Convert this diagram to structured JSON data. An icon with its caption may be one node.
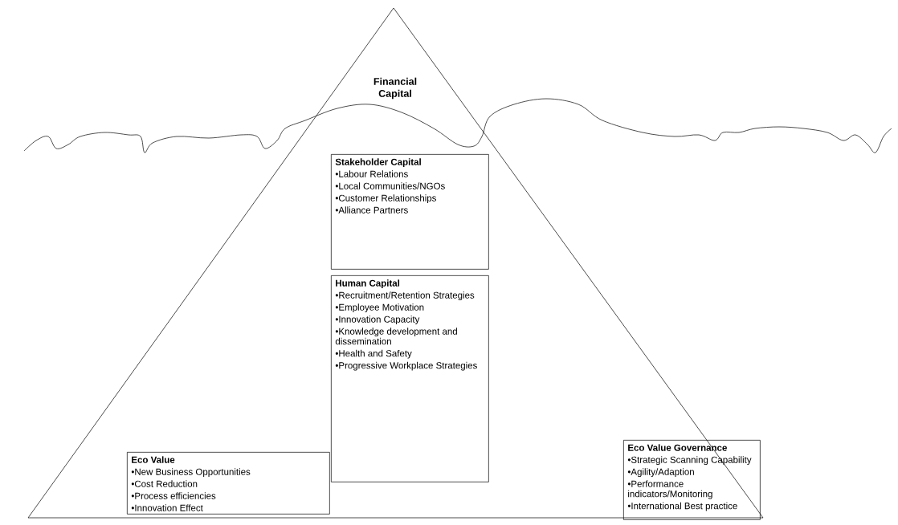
{
  "diagram": {
    "nodes": [
      {
        "text": [
          "Financial Capital"
        ]
      },
      {
        "text": [
          "Stakeholder Capital",
          "•Labour Relations",
          "•Local Communities/NGOs",
          "•Customer Relationships",
          "•Alliance Partners"
        ],
        "in": 0
      },
      {
        "text": [
          "Human Capital",
          "•Recruitment/Retention Strategies",
          "•Employee Motivation",
          "•Innovation Capacity",
          "•Knowledge development and dissemination",
          "•Health and Safety",
          "•Progressive Workplace Strategies"
        ],
        "in": 0
      },
      {
        "text": [
          "Eco Value",
          "•New Business Opportunities",
          "•Cost Reduction",
          "•Process efficiencies",
          "•Innovation Effect"
        ],
        "in": 0
      },
      {
        "text": [
          "Eco Value Governance",
          "•Strategic Scanning Capability",
          "•Agility/Adaption",
          "•Performance indicators/Monitoring",
          "•International Best practice"
        ],
        "in": 0
      }
    ]
  }
}
